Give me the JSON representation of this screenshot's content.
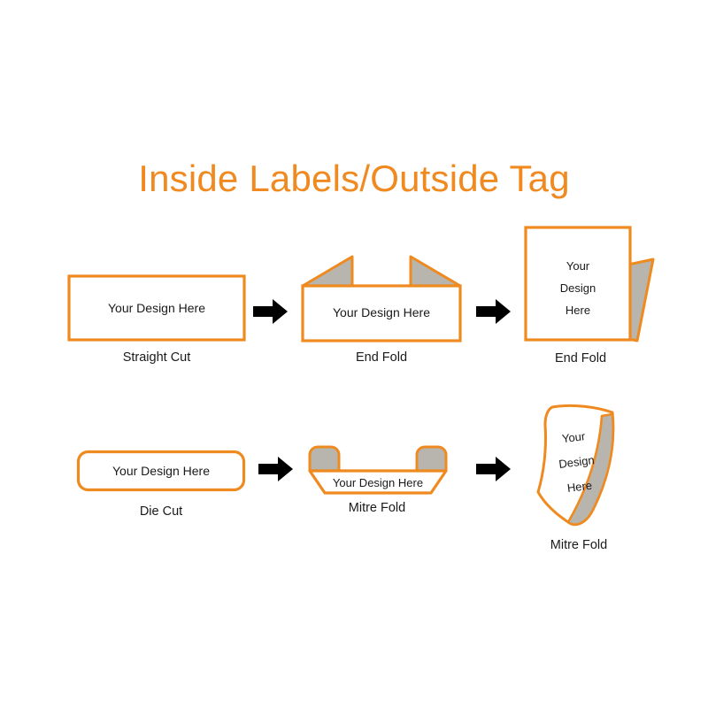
{
  "page": {
    "title": "Inside Labels/Outside Tag",
    "background_color": "#ffffff",
    "accent_color": "#ee8a1f",
    "title_color": "#f08a20",
    "fold_fill_color": "#b8b5ae",
    "arrow_color": "#000000",
    "text_color": "#1a1a1a"
  },
  "design_placeholder": "Your Design Here",
  "rows": [
    {
      "id": "row-top",
      "name": "inside-label-straight-cut-flow",
      "stages": [
        {
          "id": "straight-cut",
          "caption": "Straight Cut",
          "design_text": "Your Design Here",
          "shape": "rectangle"
        },
        {
          "id": "end-fold-flat",
          "caption": "End Fold",
          "design_text": "Your Design Here",
          "shape": "rectangle-with-two-triangular-top-flaps"
        },
        {
          "id": "end-fold-3d",
          "caption": "End Fold",
          "design_lines": [
            "Your",
            "Design",
            "Here"
          ],
          "shape": "portrait-panel-with-right-side-fold"
        }
      ],
      "arrows": [
        "arrow-right",
        "arrow-right"
      ]
    },
    {
      "id": "row-bottom",
      "name": "inside-label-die-cut-flow",
      "stages": [
        {
          "id": "die-cut",
          "caption": "Die Cut",
          "design_text": "Your Design Here",
          "shape": "rounded-rectangle"
        },
        {
          "id": "mitre-fold-flat",
          "caption": "Mitre Fold",
          "design_text": "Your Design Here",
          "shape": "trapezoid-with-two-rounded-top-tabs"
        },
        {
          "id": "mitre-fold-3d",
          "caption": "Mitre Fold",
          "design_lines": [
            "Your",
            "Design",
            "Here"
          ],
          "shape": "curved-hanging-tag-with-fold"
        }
      ],
      "arrows": [
        "arrow-right",
        "arrow-right"
      ]
    }
  ],
  "icons": {
    "arrow": "arrow-right-icon"
  }
}
